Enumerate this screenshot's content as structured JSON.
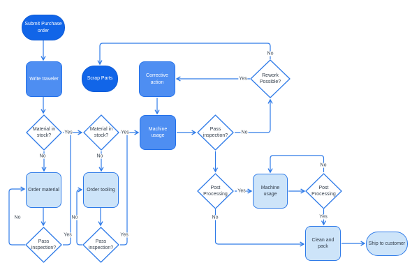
{
  "diagram": {
    "type": "flowchart",
    "description": "Purchase and manufacturing process flow"
  },
  "colors": {
    "line": "#2F7BE8",
    "dark_fill": "#1165E8",
    "dark_border": "#0E5BD6",
    "medium_fill": "#4E8EF2",
    "medium_border": "#2371EA",
    "light_fill": "#CDE4F9",
    "light_border": "#2F7BE8",
    "text_dark": "#333E4B",
    "text_light": "#FFFFFF",
    "label_text": "#3A4551",
    "canvas_bg": "#FFFFFF"
  },
  "nodes": {
    "submit_po": {
      "label": "Submit Purchase order",
      "type": "terminator"
    },
    "write_traveler": {
      "label": "Write traveler",
      "type": "process"
    },
    "scrap_parts": {
      "label": "Scrap Parts",
      "type": "terminator"
    },
    "corrective_action": {
      "label": "Corrective action",
      "type": "process"
    },
    "machine_usage_a": {
      "label": "Machine usage",
      "type": "process"
    },
    "material_stock_1": {
      "label": "Material in stock?",
      "type": "decision"
    },
    "material_stock_2": {
      "label": "Material in stock?",
      "type": "decision"
    },
    "order_material": {
      "label": "Order material",
      "type": "process"
    },
    "order_tooling": {
      "label": "Order tooling",
      "type": "process"
    },
    "pass_inspection_1": {
      "label": "Pass inspection?",
      "type": "decision"
    },
    "pass_inspection_2": {
      "label": "Pass inspection?",
      "type": "decision"
    },
    "pass_inspection_3": {
      "label": "Pass inspection?",
      "type": "decision"
    },
    "rework_possible": {
      "label": "Rework Possible?",
      "type": "decision"
    },
    "post_processing_1": {
      "label": "Post Processing",
      "type": "decision"
    },
    "machine_usage_b": {
      "label": "Machine usage",
      "type": "process"
    },
    "post_processing_2": {
      "label": "Post Processing",
      "type": "decision"
    },
    "clean_pack": {
      "label": "Clean and pack",
      "type": "process"
    },
    "ship_customer": {
      "label": "Ship to customer",
      "type": "terminator"
    }
  },
  "edges": [
    {
      "from": "submit_po",
      "to": "write_traveler",
      "label": ""
    },
    {
      "from": "write_traveler",
      "to": "material_stock_1",
      "label": ""
    },
    {
      "from": "material_stock_1",
      "to": "material_stock_2",
      "label": "Yes"
    },
    {
      "from": "material_stock_1",
      "to": "order_material",
      "label": "No"
    },
    {
      "from": "material_stock_2",
      "to": "machine_usage_a",
      "label": "Yes"
    },
    {
      "from": "material_stock_2",
      "to": "order_tooling",
      "label": "No"
    },
    {
      "from": "order_material",
      "to": "pass_inspection_1",
      "label": ""
    },
    {
      "from": "order_tooling",
      "to": "pass_inspection_2",
      "label": ""
    },
    {
      "from": "pass_inspection_1",
      "to": "order_material",
      "label": "No"
    },
    {
      "from": "pass_inspection_1",
      "to": "material_stock_2",
      "label": "Yes"
    },
    {
      "from": "pass_inspection_2",
      "to": "order_tooling",
      "label": "No"
    },
    {
      "from": "pass_inspection_2",
      "to": "machine_usage_a",
      "label": "Yes"
    },
    {
      "from": "machine_usage_a",
      "to": "pass_inspection_3",
      "label": ""
    },
    {
      "from": "pass_inspection_3",
      "to": "post_processing_1",
      "label": ""
    },
    {
      "from": "pass_inspection_3",
      "to": "rework_possible",
      "label": "No"
    },
    {
      "from": "rework_possible",
      "to": "corrective_action",
      "label": "Yes"
    },
    {
      "from": "rework_possible",
      "to": "scrap_parts",
      "label": "No"
    },
    {
      "from": "corrective_action",
      "to": "machine_usage_a",
      "label": ""
    },
    {
      "from": "post_processing_1",
      "to": "machine_usage_b",
      "label": "Yes"
    },
    {
      "from": "post_processing_1",
      "to": "clean_pack",
      "label": "No"
    },
    {
      "from": "machine_usage_b",
      "to": "post_processing_2",
      "label": ""
    },
    {
      "from": "post_processing_2",
      "to": "machine_usage_b",
      "label": "No"
    },
    {
      "from": "post_processing_2",
      "to": "clean_pack",
      "label": "Yes"
    },
    {
      "from": "clean_pack",
      "to": "ship_customer",
      "label": ""
    }
  ]
}
